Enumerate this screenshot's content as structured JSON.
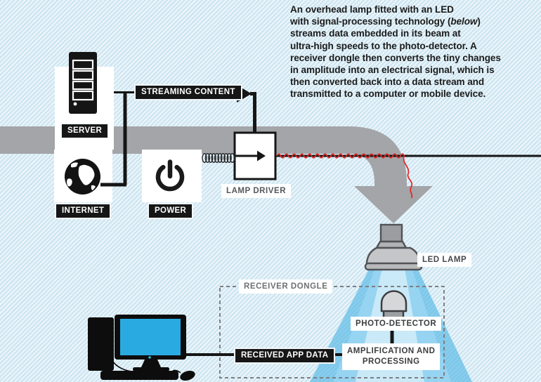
{
  "intro": {
    "lines": [
      [
        {
          "t": "An overhead lamp fitted with an LED"
        }
      ],
      [
        {
          "t": "with signal-processing technology ("
        },
        {
          "t": "below",
          "i": true
        },
        {
          "t": ")"
        }
      ],
      [
        {
          "t": "streams data embedded in its beam at"
        }
      ],
      [
        {
          "t": "ultra-high speeds to the photo-detector. A"
        }
      ],
      [
        {
          "t": "receiver dongle then converts the tiny changes"
        }
      ],
      [
        {
          "t": "in amplitude into an electrical signal, which is"
        }
      ],
      [
        {
          "t": "then converted back into a data stream and"
        }
      ],
      [
        {
          "t": "transmitted to a computer or mobile device."
        }
      ]
    ]
  },
  "labels": {
    "server": "SERVER",
    "internet": "INTERNET",
    "power": "POWER",
    "streaming_content": "STREAMING CONTENT",
    "lamp_driver": "LAMP DRIVER",
    "led_lamp": "LED LAMP",
    "receiver_dongle": "RECEIVER DONGLE",
    "photo_detector": "PHOTO-DETECTOR",
    "amplification_lines": [
      "AMPLIFICATION AND",
      "PROCESSING"
    ],
    "received_app_data": "RECEIVED APP DATA"
  },
  "icons": [
    "server-tower-icon",
    "globe-icon",
    "power-icon",
    "streaming-arrow-icon",
    "down-arrow-icon",
    "lamp-driver-box-icon",
    "coil-wire-icon",
    "red-wire-icon",
    "led-lamp-icon",
    "light-beam-icon",
    "photo-detector-icon",
    "desktop-computer-icon"
  ],
  "colors": {
    "background_stripe_dark": "#cde5f1",
    "background_stripe_light": "#ebf5fa",
    "band_gray": "#a3a5a8",
    "beam_blue": "#4ab4e6",
    "screen_blue": "#29abe2",
    "wire_red": "#e02a28",
    "label_black": "#161616",
    "label_text_white": "#ffffff",
    "muted_label_gray": "#6e7073"
  }
}
